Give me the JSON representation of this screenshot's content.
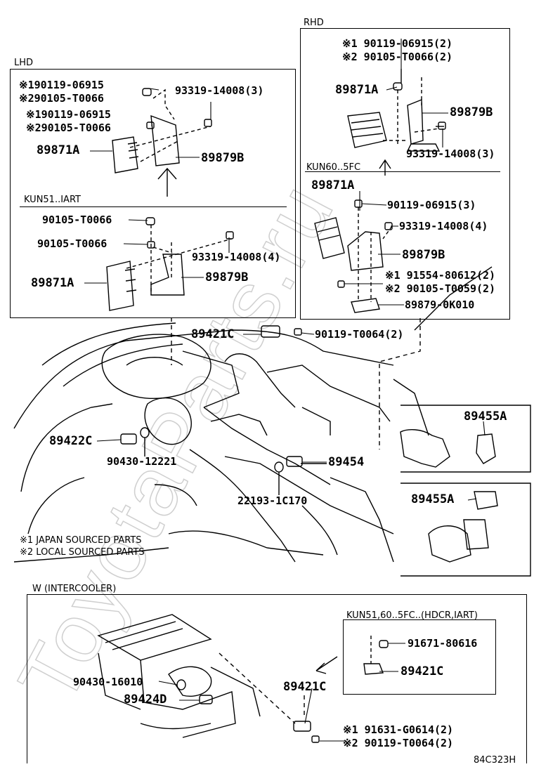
{
  "rhd": {
    "title": "RHD",
    "upper": {
      "p1": "※1 90119-06915(2)",
      "p2": "※2 90105-T0066(2)",
      "ecu": "89871A",
      "bracket": "89879B",
      "bolt": "93319-14008(3)"
    },
    "kun60": {
      "title": "KUN60..5FC",
      "ecu": "89871A",
      "screw": "90119-06915(3)",
      "bolt": "93319-14008(4)",
      "bracket": "89879B",
      "p1": "※1 91554-80612(2)",
      "p2": "※2 90105-T0059(2)",
      "sub": "89879-0K010"
    }
  },
  "lhd": {
    "title": "LHD",
    "upper": {
      "p1": "※190119-06915",
      "p2": "※290105-T0066",
      "p3": "※190119-06915",
      "p4": "※290105-T0066",
      "bolt": "93319-14008(3)",
      "ecu": "89871A",
      "bracket": "89879B"
    },
    "kun51": {
      "title": "KUN51..IART",
      "s1": "90105-T0066",
      "s2": "90105-T0066",
      "bolt": "93319-14008(4)",
      "ecu": "89871A",
      "bracket": "89879B"
    }
  },
  "engine": {
    "sensor_c": "89421C",
    "screw_c": "90119-T0064(2)",
    "sensor_22c": "89422C",
    "gasket": "90430-12221",
    "switch": "89454",
    "part_22193": "22193-1C170",
    "a1": "89455A",
    "a2": "89455A"
  },
  "notes": {
    "n1": "※1 JAPAN SOURCED PARTS",
    "n2": "※2 LOCAL SOURCED PARTS"
  },
  "intercooler": {
    "title": "W (INTERCOOLER)",
    "gasket": "90430-16010",
    "sensor": "89424D",
    "sensor_c": "89421C",
    "p1": "※1 91631-G0614(2)",
    "p2": "※2 90119-T0064(2)",
    "inset": {
      "title": "KUN51,60..5FC..(HDCR,IART)",
      "screw": "91671-80616",
      "sensor": "89421C"
    }
  },
  "watermark": "ToyotaParts.ru",
  "diagram_id": "84C323H"
}
